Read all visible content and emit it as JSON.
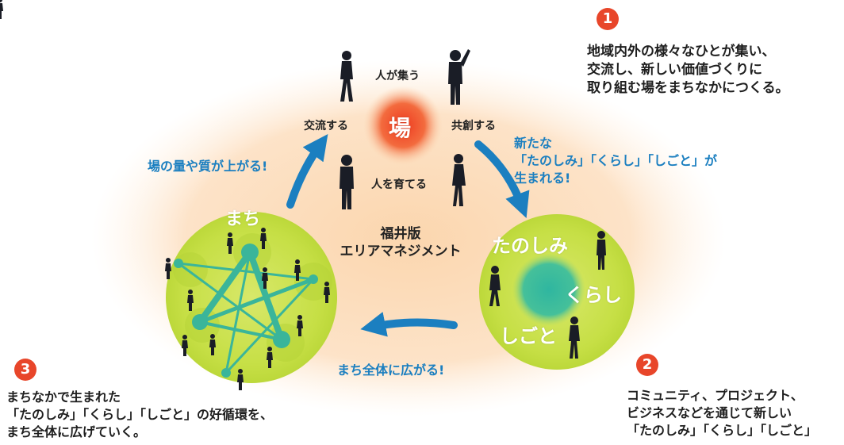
{
  "steps": [
    {
      "number": "1",
      "lines": [
        "地域内外の様々なひとが集い、",
        "交流し、新しい価値づくりに",
        "取り組む場をまちなかにつくる。"
      ]
    },
    {
      "number": "2",
      "lines": [
        "コミュニティ、プロジェクト、",
        "ビジネスなどを通じて新しい",
        "「たのしみ」「くらし」「しごと」"
      ]
    },
    {
      "number": "3",
      "lines": [
        "まちなかで生まれた",
        "「たのしみ」「くらし」「しごと」の好循環を、",
        "まち全体に広げていく。"
      ]
    }
  ],
  "center": {
    "ba": "場",
    "gather": "人が集う",
    "interact": "交流する",
    "cocreate": "共創する",
    "nurture": "人を育てる",
    "title_line1": "福井版",
    "title_line2": "エリアマネジメント"
  },
  "arrows": {
    "left": "場の量や質が上がる!",
    "right_lines": [
      "新たな",
      "「たのしみ」「くらし」「しごと」が",
      "生まれる!"
    ],
    "bottom": "まち全体に広がる!"
  },
  "circles": {
    "machi": "まち",
    "tanoshimi": "たのしみ",
    "kurashi": "くらし",
    "shigoto": "しごと"
  },
  "colors": {
    "orange_bg": "#fcdcb8",
    "glow": "#f0532f",
    "green": "#c3dc3f",
    "teal": "#3ab59a",
    "blue": "#1b7fc0",
    "badge": "#e8462a"
  }
}
